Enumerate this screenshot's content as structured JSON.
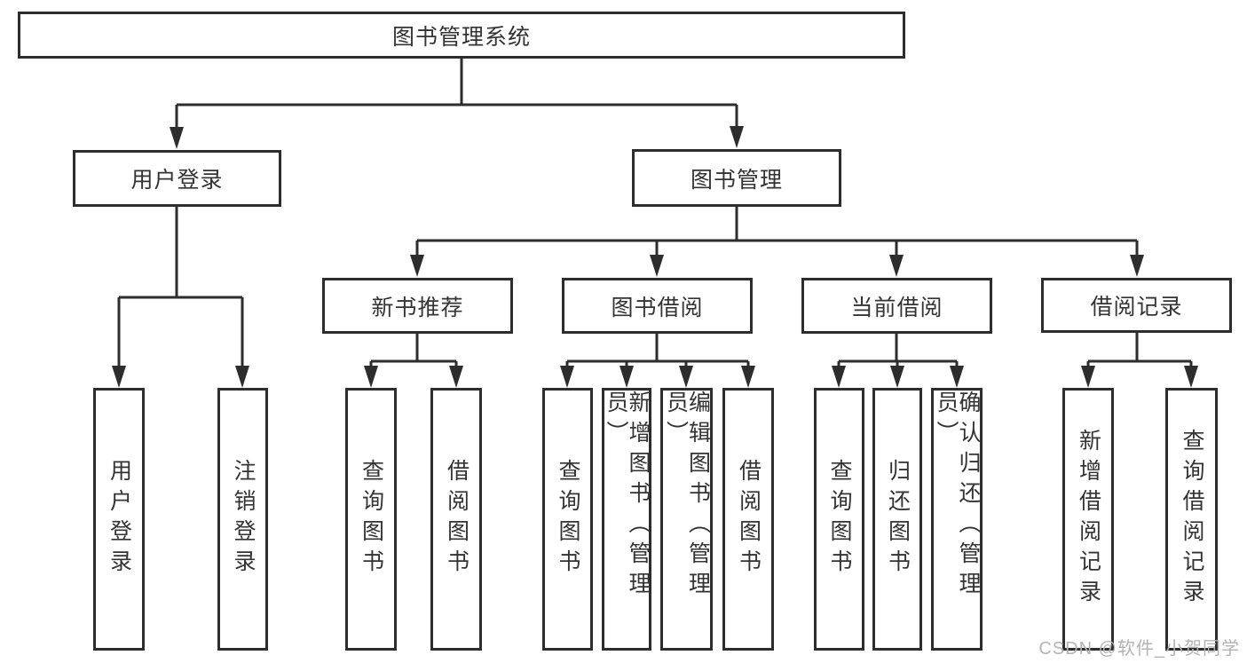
{
  "diagram": {
    "title": "图书管理系统",
    "level2": [
      "用户登录",
      "图书管理"
    ],
    "level3": [
      "新书推荐",
      "图书借阅",
      "当前借阅",
      "借阅记录"
    ],
    "children": {
      "user_login": [
        "用户登录",
        "注销登录"
      ],
      "new_book": [
        "查询图书",
        "借阅图书"
      ],
      "book_borrow": [
        "查询图书",
        "新增图书（管理员）",
        "编辑图书（管理员）",
        "借阅图书"
      ],
      "current_borrow": [
        "查询图书",
        "归还图书",
        "确认归还（管理员）"
      ],
      "borrow_record": [
        "新增借阅记录",
        "查询借阅记录"
      ]
    },
    "watermark": "CSDN @软件_小贺同学",
    "colors": {
      "line": "#2d2d2d",
      "text": "#333333",
      "watermark": "#b3b3b3",
      "background": "#ffffff"
    }
  }
}
